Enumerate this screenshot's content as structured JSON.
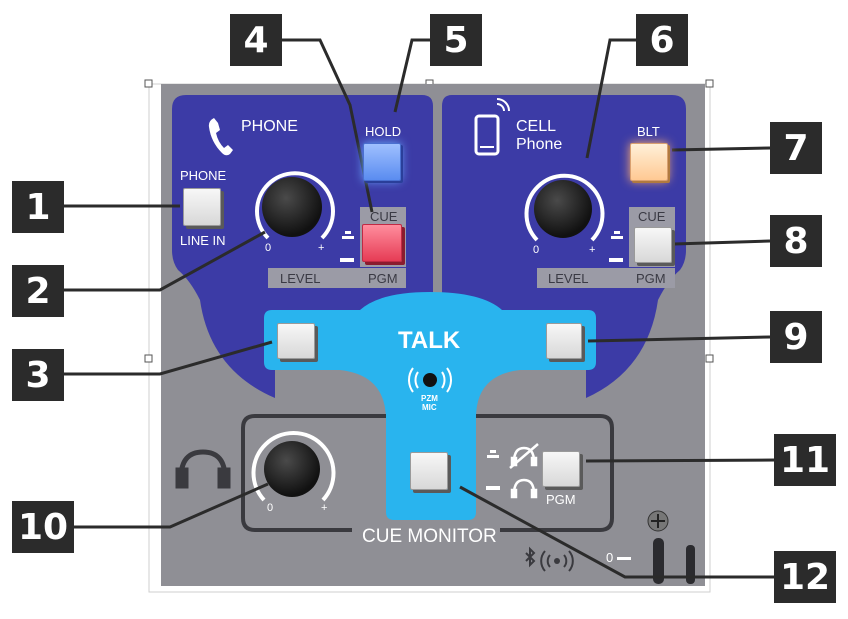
{
  "callouts": [
    "1",
    "2",
    "3",
    "4",
    "5",
    "6",
    "7",
    "8",
    "9",
    "10",
    "11",
    "12"
  ],
  "phone_section": {
    "title": "PHONE",
    "hold_label": "HOLD",
    "source_top": "PHONE",
    "source_bottom": "LINE IN",
    "cue_label": "CUE",
    "pgm_label": "PGM",
    "level_label": "LEVEL",
    "min_label": "0",
    "max_label": "+"
  },
  "cell_section": {
    "title_line1": "CELL",
    "title_line2": "Phone",
    "blt_label": "BLT",
    "cue_label": "CUE",
    "pgm_label": "PGM",
    "level_label": "LEVEL",
    "min_label": "0",
    "max_label": "+"
  },
  "talk_section": {
    "title": "TALK",
    "mic_line1": "PZM",
    "mic_line2": "MIC"
  },
  "cue_monitor": {
    "title": "CUE MONITOR",
    "pgm_label": "PGM",
    "min_label": "0",
    "max_label": "+"
  },
  "bottom": {
    "zero_label": "0"
  },
  "colors": {
    "panel_gray": "#8f8f95",
    "section_blue": "#3c3ba6",
    "talk_cyan": "#29b4ee",
    "callout_bg": "#2b2b2b",
    "hold_blue": "#6a9cf5",
    "cue_red": "#f04a62",
    "blt_amber": "#ffd6a0"
  }
}
